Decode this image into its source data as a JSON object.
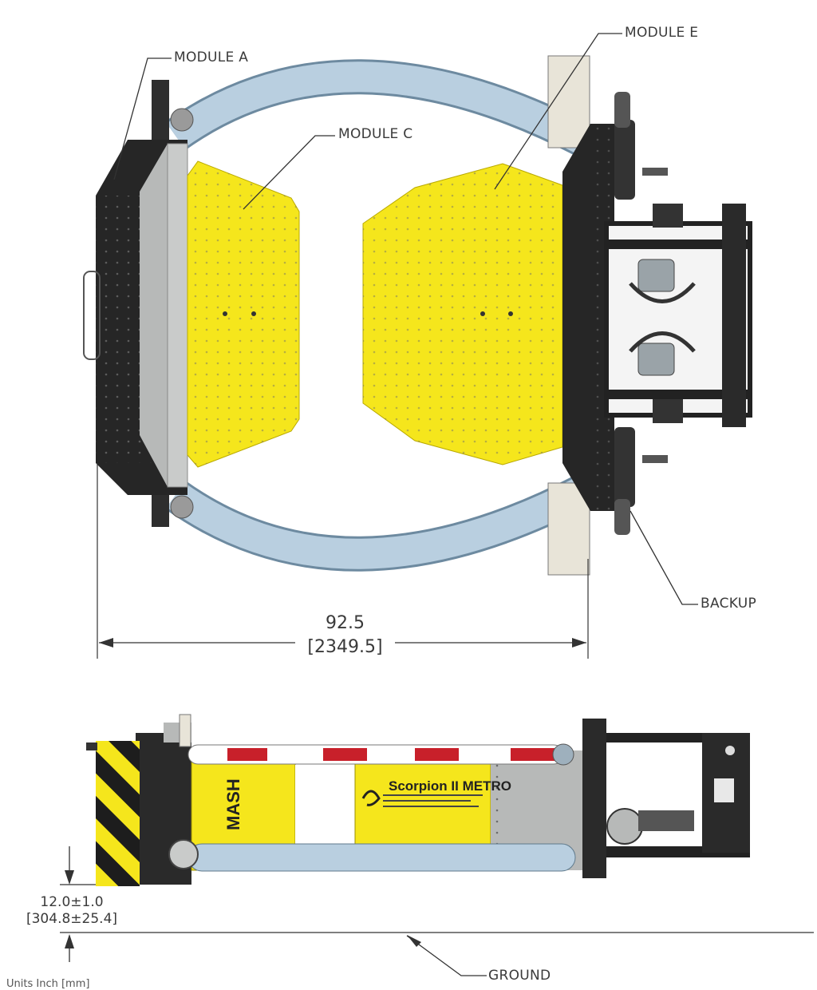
{
  "callouts": {
    "module_a": "MODULE A",
    "module_c": "MODULE C",
    "module_e": "MODULE E",
    "backup": "BACKUP",
    "ground": "GROUND"
  },
  "dimensions": {
    "width_in": "92.5",
    "width_mm": "[2349.5]",
    "clearance_in": "12.0±1.0",
    "clearance_mm": "[304.8±25.4]"
  },
  "decals": {
    "product_name": "Scorpion II",
    "product_suffix": "METRO",
    "mash_text": "MASH"
  },
  "units_note": "Units Inch [mm]",
  "colors": {
    "module_yellow": "#f5e61c",
    "frame_black": "#2a2a2a",
    "tube_blue": "#b9cfe0",
    "galvanized": "#b7b9b8",
    "stripe_red": "#c8202a"
  }
}
